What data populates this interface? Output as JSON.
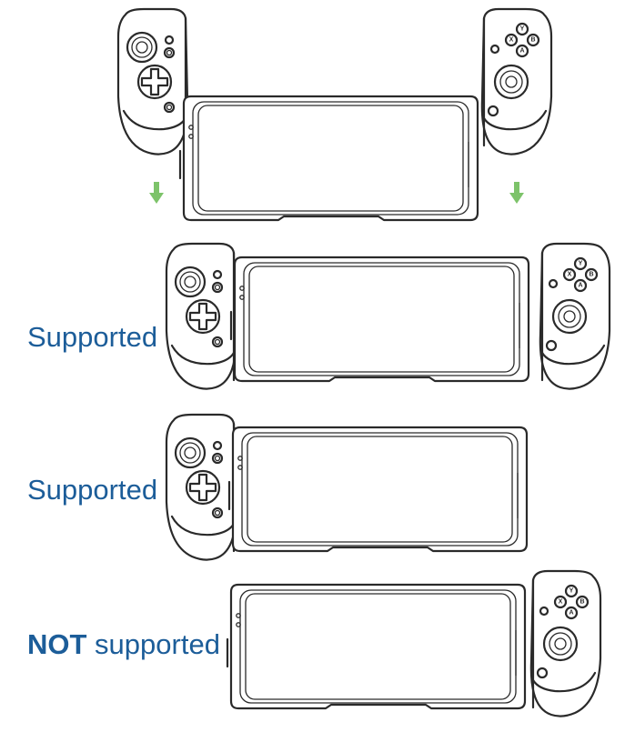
{
  "labels": {
    "row2": "Supported",
    "row3": "Supported",
    "row4_strong": "NOT",
    "row4_rest": " supported"
  },
  "button_letters": [
    "Y",
    "X",
    "B",
    "A"
  ],
  "arrow_color": "#7dc36a",
  "label_color": "#1c5d99"
}
